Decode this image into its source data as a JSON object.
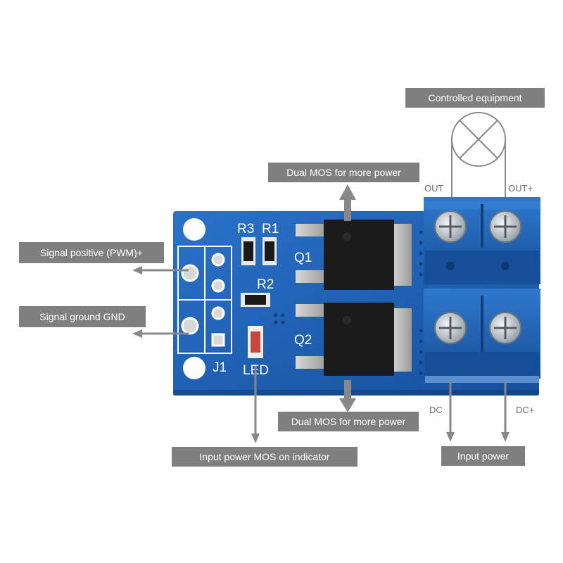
{
  "callouts": {
    "controlled_equipment": "Controlled equipment",
    "dual_mos_top": "Dual MOS for more power",
    "signal_positive": "Signal positive (PWM)+",
    "signal_ground": "Signal ground GND",
    "dual_mos_bottom": "Dual MOS for more power",
    "input_power_mos": "Input power MOS on indicator",
    "input_power": "Input power"
  },
  "terminals": {
    "out": "OUT",
    "out_plus": "OUT+",
    "dc": "DC",
    "dc_plus": "DC+"
  },
  "silkscreen": {
    "r3": "R3",
    "r1": "R1",
    "r2": "R2",
    "q1": "Q1",
    "q2": "Q2",
    "j1": "J1",
    "led": "LED"
  },
  "colors": {
    "pcb": "#1a5fb4",
    "terminal_block": "#1e63b8",
    "label_bg": "#7f7f7f",
    "arrow": "#888888"
  }
}
